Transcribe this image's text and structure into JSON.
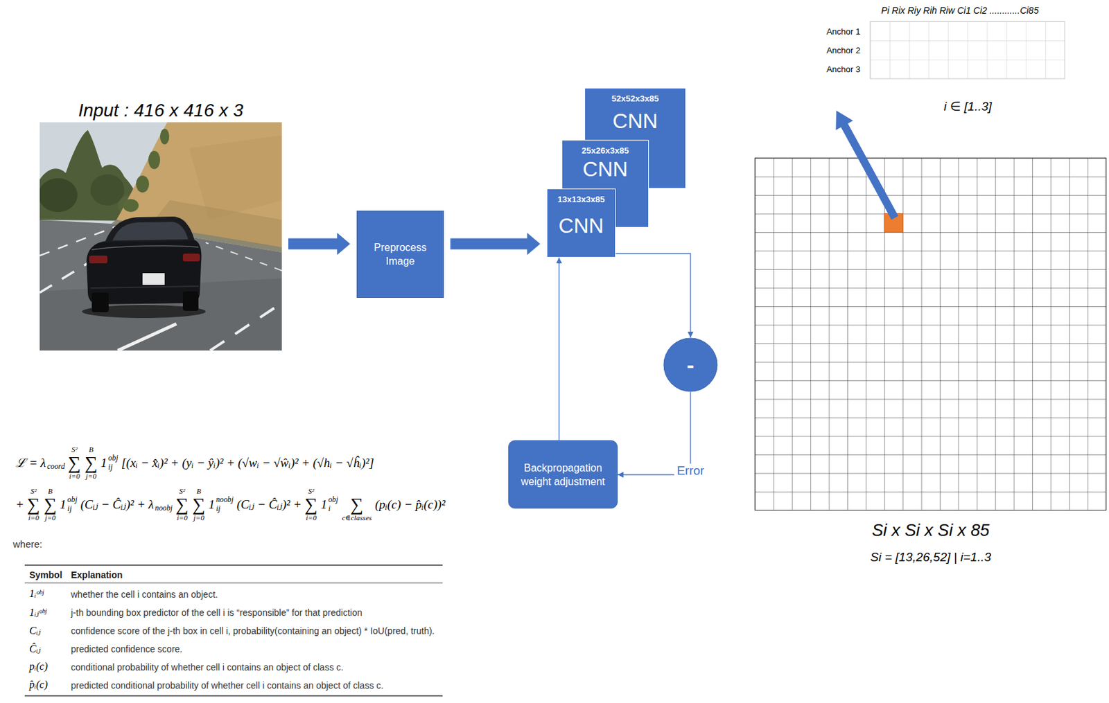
{
  "diagram": {
    "nodes": [
      {
        "text": [
          "Input : 416 x 416 x 3"
        ]
      },
      {
        "text": [
          "Preprocess Image"
        ]
      },
      {
        "text": [
          "52x52x3x85",
          "CNN"
        ]
      },
      {
        "text": [
          "25x26x3x85",
          "CNN"
        ]
      },
      {
        "text": [
          "13x13x3x85",
          "CNN"
        ]
      },
      {
        "text": [
          "-"
        ]
      },
      {
        "text": [
          "Backpropagation weight adjustment"
        ]
      },
      {
        "text": [
          "Si x Si x Si x 85",
          "Si = [13,26,52] | i=1..3"
        ]
      }
    ],
    "edges": [
      {
        "from": 0,
        "to": 1,
        "arrow": "to"
      },
      {
        "from": 1,
        "to": 4,
        "arrow": "to"
      },
      {
        "from": 4,
        "to": 5,
        "arrow": "to"
      },
      {
        "from": 5,
        "to": 6,
        "arrow": "to",
        "label": "Error"
      },
      {
        "from": 6,
        "to": 4,
        "arrow": "to"
      }
    ],
    "labels": [
      "Pi Rix Riy Rih Riw Ci1 Ci2 ............Ci85",
      "Anchor 1",
      "Anchor 2",
      "Anchor 3",
      "i ∈ [1..3]",
      "ℒ = λ",
      "coord",
      "S²",
      "∑",
      "i=0",
      "B",
      "∑",
      "j=0",
      "1",
      "obj",
      "ij",
      "[(xᵢ − x̂ᵢ)² + (yᵢ − ŷᵢ)² + (√wᵢ − √ŵᵢ)² + (√hᵢ − √ĥᵢ)²]",
      "+",
      "S²",
      "∑",
      "i=0",
      "B",
      "∑",
      "j=0",
      "1",
      "obj",
      "ij",
      "(Cᵢⱼ − Ĉᵢⱼ)² + λ",
      "noobj",
      "S²",
      "∑",
      "i=0",
      "B",
      "∑",
      "j=0",
      "1",
      "noobj",
      "ij",
      "(Cᵢⱼ − Ĉᵢⱼ)² +",
      "S²",
      "∑",
      "i=0",
      "1",
      "obj",
      "i",
      "∑",
      "c∈classes",
      "(pᵢ(c) − p̂ᵢ(c))²",
      "where:",
      "Symbol",
      "Explanation",
      "1ᵢᵒᵇʲ",
      "whether the cell i contains an object.",
      "1ᵢⱼᵒᵇʲ",
      "j-th bounding box predictor of the cell i is “responsible” for that prediction",
      "Cᵢⱼ",
      "confidence score of the j-th box in cell i, probability(containing an object) * IoU(pred, truth).",
      "Ĉᵢⱼ",
      "predicted confidence score.",
      "pᵢ(c)",
      "conditional probability of whether cell i contains an object of class c.",
      "p̂ᵢ(c)",
      "predicted conditional probability of whether cell i contains an object of class c."
    ]
  }
}
